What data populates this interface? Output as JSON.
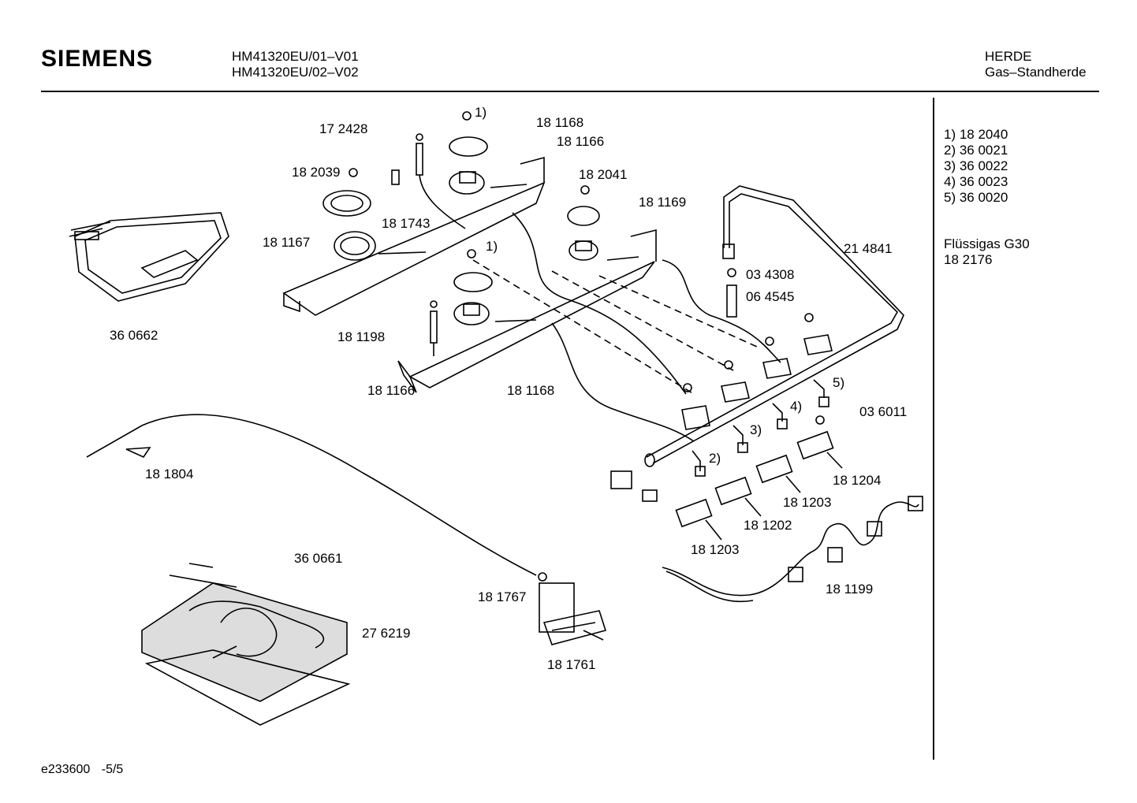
{
  "header": {
    "brand": "SIEMENS",
    "model_line_1": "HM41320EU/01–V01",
    "model_line_2": "HM41320EU/02–V02",
    "category_line_1": "HERDE",
    "category_line_2": "Gas–Standherde"
  },
  "side_notes": {
    "lines": [
      "1) 18 2040",
      "2) 36 0021",
      "3) 36 0022",
      "4) 36 0023",
      "5) 36 0020"
    ],
    "extra_title": "Flüssigas G30",
    "extra_value": "18 2176"
  },
  "part_labels": [
    "1)",
    "17 2428",
    "18 1168",
    "18 1166",
    "18 2039",
    "18 2041",
    "18 1743",
    "18 1169",
    "18 1167",
    "1)",
    "21 4841",
    "03 4308",
    "06 4545",
    "36 0662",
    "18 1198",
    "18 1166",
    "18 1168",
    "5)",
    "4)",
    "03 6011",
    "3)",
    "2)",
    "18 1804",
    "18 1204",
    "18 1203",
    "18 1202",
    "18 1203",
    "36 0661",
    "18 1199",
    "18 1767",
    "27 6219",
    "18 1761"
  ],
  "footer": {
    "code": "e233600",
    "page": "-5/5"
  }
}
